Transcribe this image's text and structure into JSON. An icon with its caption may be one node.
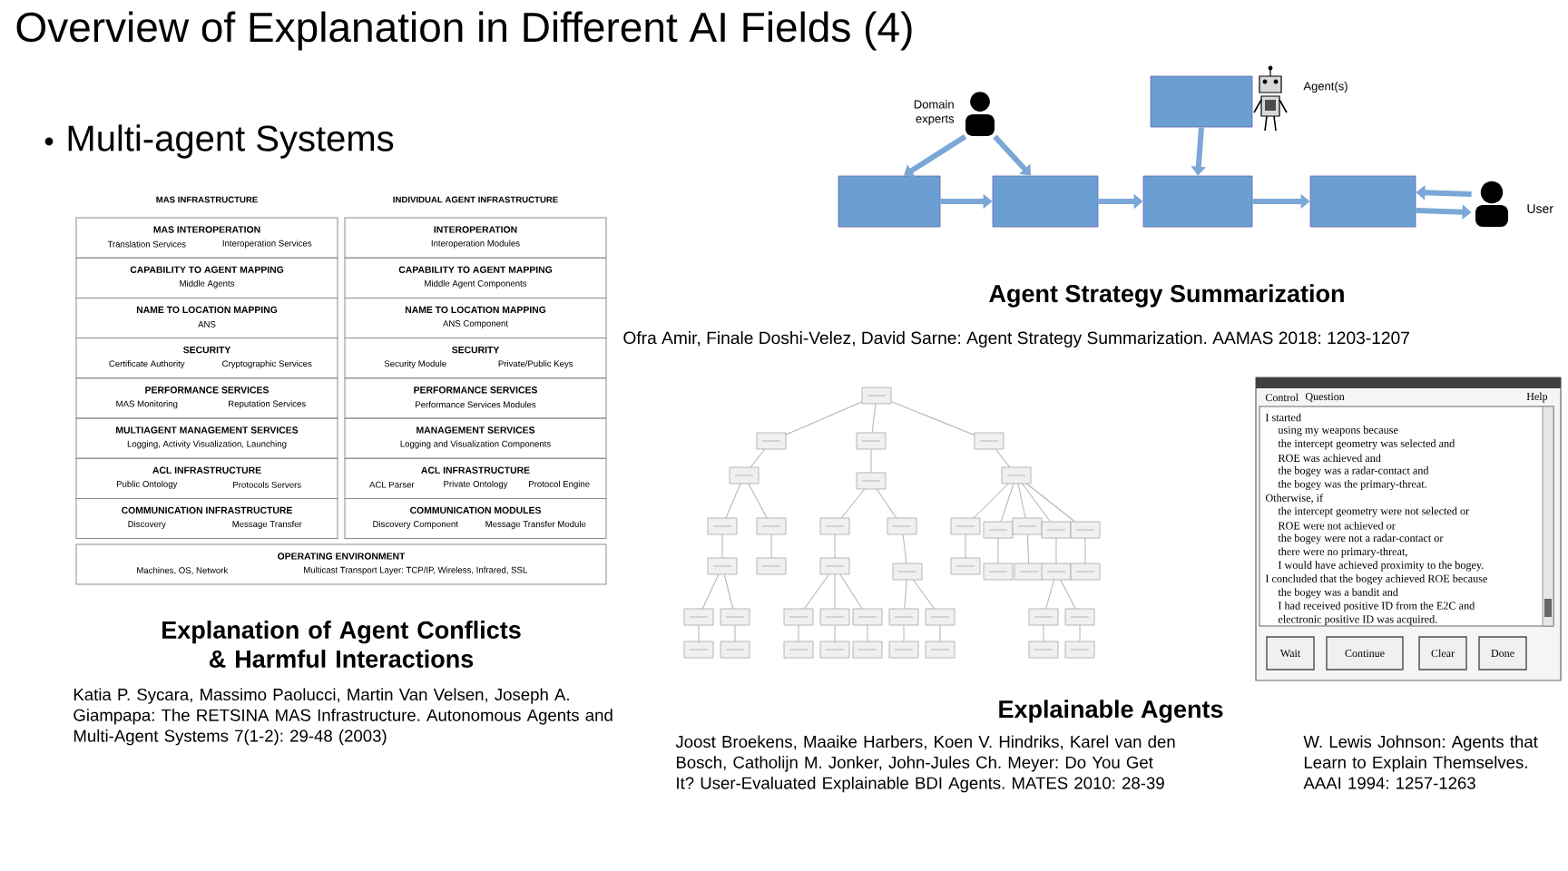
{
  "diagram": {
    "title": "Overview of Explanation in Different AI Fields (4)",
    "nodes": [
      {
        "text": [],
        "shape": "person",
        "beside": [
          "Domain experts"
        ]
      },
      {
        "text": [],
        "shape": "box"
      },
      {
        "text": [],
        "shape": "box"
      },
      {
        "text": [],
        "shape": "box"
      },
      {
        "text": [],
        "shape": "box"
      },
      {
        "text": [],
        "shape": "box"
      },
      {
        "text": [],
        "shape": "person",
        "beside": [
          "User"
        ]
      }
    ],
    "edges": [
      {
        "from": 0,
        "to": 2,
        "arrow": "to"
      },
      {
        "from": 0,
        "to": 3,
        "arrow": "to"
      },
      {
        "from": 2,
        "to": 3,
        "arrow": "to"
      },
      {
        "from": 3,
        "to": 4,
        "arrow": "to"
      },
      {
        "from": 1,
        "to": 4,
        "arrow": "to"
      },
      {
        "from": 4,
        "to": 5,
        "arrow": "to"
      },
      {
        "from": 6,
        "to": 5,
        "arrow": "to"
      },
      {
        "from": 5,
        "to": 6,
        "arrow": "to"
      }
    ],
    "labels": [
      "Multi-agent Systems",
      "Agent(s)",
      "MAS INFRASTRUCTURE",
      "INDIVIDUAL AGENT INFRASTRUCTURE",
      "MAS INTEROPERATION",
      "Translation Services",
      "Interoperation Services",
      "INTEROPERATION",
      "Interoperation Modules",
      "CAPABILITY TO AGENT MAPPING",
      "Middle Agents",
      "CAPABILITY TO AGENT MAPPING",
      "Middle Agent Components",
      "NAME TO LOCATION MAPPING",
      "ANS",
      "NAME TO LOCATION MAPPING",
      "ANS Component",
      "SECURITY",
      "Certificate Authority",
      "Cryptographic Services",
      "SECURITY",
      "Security Module",
      "Private/Public Keys",
      "PERFORMANCE SERVICES",
      "MAS Monitoring",
      "Reputation Services",
      "PERFORMANCE SERVICES",
      "Performance Services Modules",
      "MULTIAGENT MANAGEMENT SERVICES",
      "Logging, Activity Visualization, Launching",
      "MANAGEMENT SERVICES",
      "Logging and Visualization Components",
      "ACL INFRASTRUCTURE",
      "Public Ontology",
      "Protocols Servers",
      "ACL INFRASTRUCTURE",
      "ACL Parser",
      "Private Ontology",
      "Protocol Engine",
      "COMMUNICATION INFRASTRUCTURE",
      "Discovery",
      "Message Transfer",
      "COMMUNICATION MODULES",
      "Discovery Component",
      "Message Transfer Module",
      "OPERATING ENVIRONMENT",
      "Machines, OS, Network",
      "Multicast Transport Layer: TCP/IP, Wireless, Infrared, SSL",
      "Agent Strategy Summarization",
      "Ofra Amir, Finale Doshi-Velez, David Sarne: Agent Strategy Summarization. AAMAS 2018: 1203-1207",
      "Control",
      "Question",
      "Help",
      "I started",
      "using my weapons because",
      "the intercept geometry was selected and",
      "ROE was achieved and",
      "the bogey was a radar-contact and",
      "the bogey was the primary-threat.",
      "Otherwise, if",
      "the intercept geometry were not selected or",
      "ROE were not achieved or",
      "the bogey were not a radar-contact or",
      "there were no primary-threat,",
      "I would have achieved proximity to the bogey.",
      "I concluded that the bogey achieved ROE because",
      "the bogey was a bandit and",
      "I had received positive ID from the E2C and",
      "electronic positive ID was acquired.",
      "Wait",
      "Continue",
      "Clear",
      "Done",
      "Explanation of Agent Conflicts & Harmful Interactions",
      "Katia P. Sycara, Massimo Paolucci, Martin Van Velsen, Joseph A. Giampapa: The RETSINA MAS Infrastructure. Autonomous Agents and Multi-Agent Systems 7(1-2): 29-48 (2003)",
      "Explainable Agents",
      "Joost Broekens, Maaike Harbers, Koen V. Hindriks, Karel van den Bosch, Catholijn M. Jonker, John-Jules Ch. Meyer: Do You Get It? User-Evaluated Explainable BDI Agents. MATES 2010: 28-39",
      "W. Lewis Johnson: Agents that Learn to Explain Themselves. AAAI 1994: 1257-1263"
    ]
  }
}
